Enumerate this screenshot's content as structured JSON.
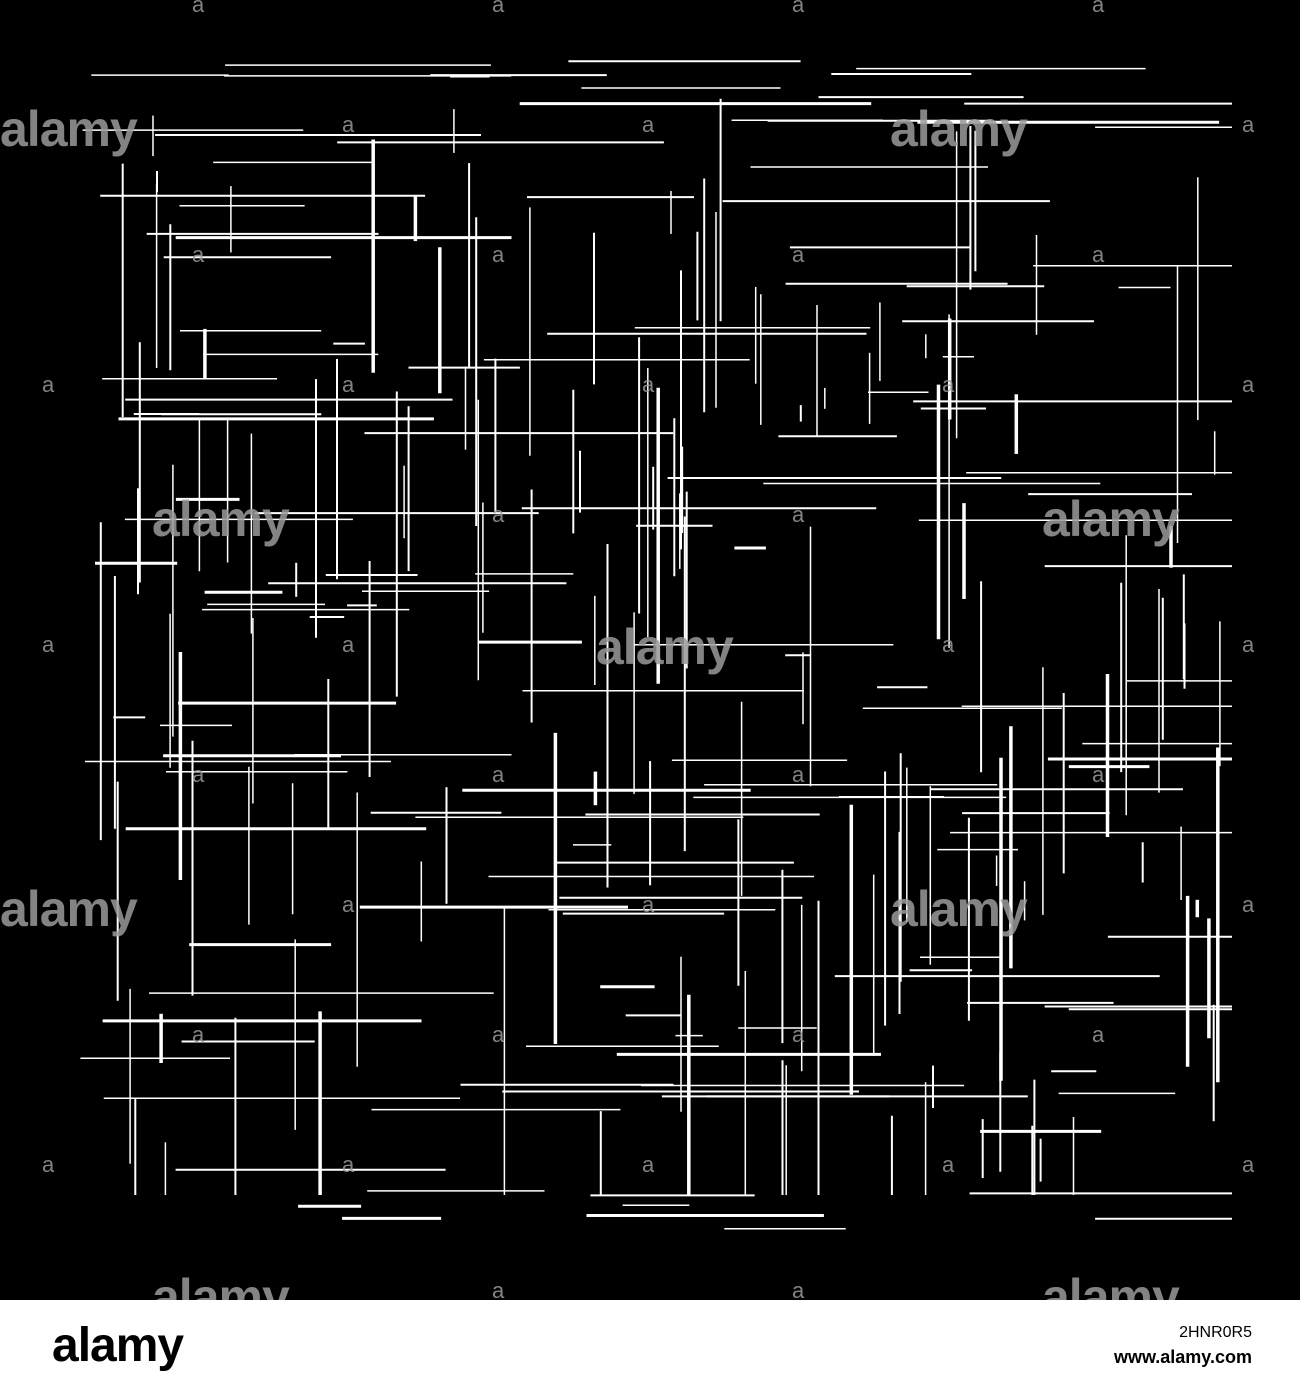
{
  "image": {
    "background_color": "#000000",
    "line_color": "#ffffff",
    "watermark_color": "#9a9a9a"
  },
  "watermark": {
    "word": "alamy",
    "letter": "a"
  },
  "footer": {
    "logo": "alamy",
    "image_id": "2HNR0R5",
    "site": "www.alamy.com"
  }
}
